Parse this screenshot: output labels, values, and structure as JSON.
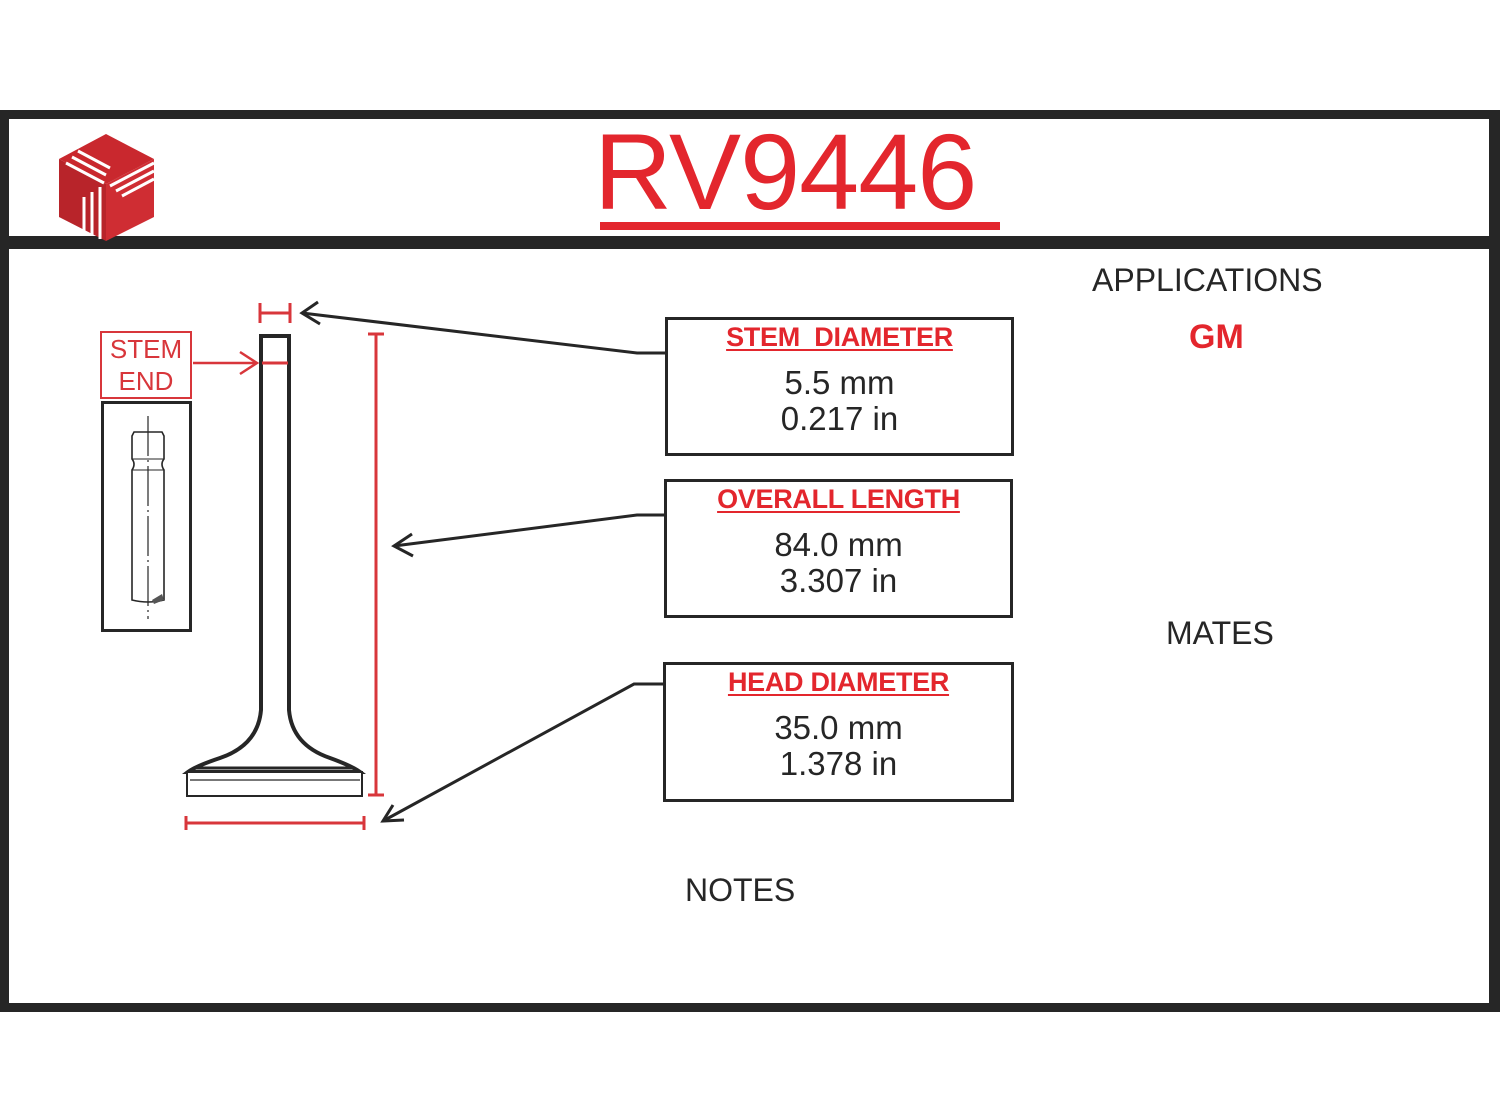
{
  "header": {
    "part_number": "RV9446",
    "logo_icon": "red-cube-logo-icon"
  },
  "colors": {
    "accent_red": "#e3262d",
    "frame_dark": "#262626"
  },
  "diagram": {
    "stem_end_label_line1": "STEM",
    "stem_end_label_line2": "END",
    "valve_icon": "engine-valve-drawing"
  },
  "specs": [
    {
      "label": "STEM  DIAMETER",
      "metric": "5.5 mm",
      "imperial": "0.217 in"
    },
    {
      "label": "OVERALL LENGTH",
      "metric": "84.0 mm",
      "imperial": "3.307 in"
    },
    {
      "label": "HEAD DIAMETER",
      "metric": "35.0 mm",
      "imperial": "1.378 in"
    }
  ],
  "applications": {
    "heading": "APPLICATIONS",
    "values": [
      "GM"
    ]
  },
  "mates": {
    "heading": "MATES"
  },
  "notes": {
    "heading": "NOTES"
  }
}
